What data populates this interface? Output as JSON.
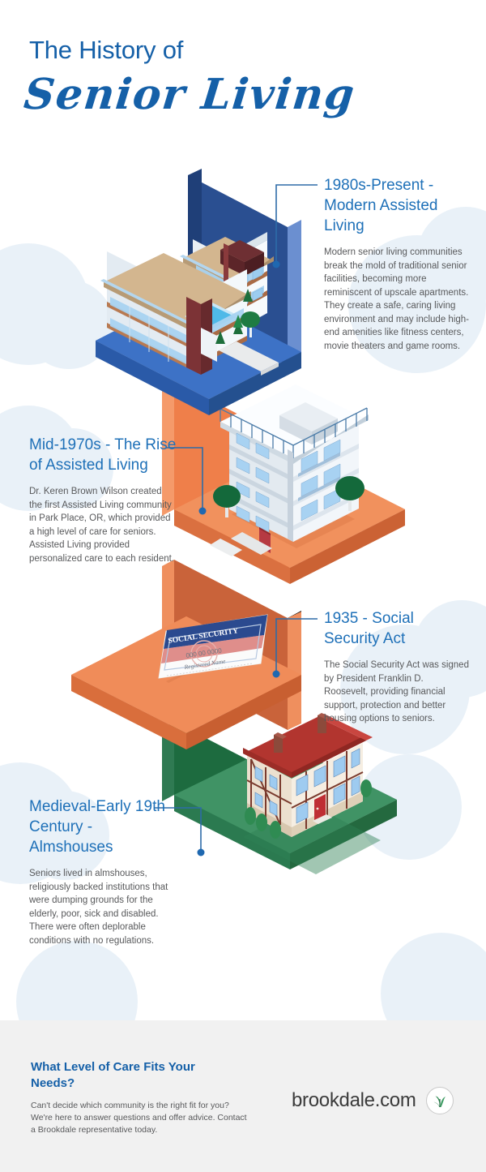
{
  "header": {
    "title_line1": "The History of",
    "title_line2": "Senior Living",
    "brand_color": "#1560a8"
  },
  "sections": [
    {
      "id": "modern-assisted-living",
      "heading": "1980s-Present - Modern Assisted Living",
      "body": "Modern senior living communities break the mold of traditional senior facilities, becoming more reminiscent of upscale apartments. They create a safe, caring living environment and may include high-end amenities like fitness centers, movie theaters and game rooms.",
      "side": "right",
      "platform_color": "#2e5fa3",
      "illustration": "modern-assisted-living-building"
    },
    {
      "id": "rise-of-assisted-living",
      "heading": "Mid-1970s - The Rise of Assisted Living",
      "body": "Dr. Keren Brown Wilson created the first Assisted Living community in Park Place, OR, which provided a high level of care for seniors. Assisted Living provided personalized care to each resident.",
      "side": "left",
      "platform_color": "#ed7d4a",
      "illustration": "apartment-building"
    },
    {
      "id": "social-security-act",
      "heading": "1935 - Social Security Act",
      "body": "The Social Security Act was signed by President Franklin D. Roosevelt, providing financial support, protection and better housing options to seniors.",
      "side": "right",
      "platform_color": "#ed7d4a",
      "illustration": "social-security-card"
    },
    {
      "id": "almshouses",
      "heading": "Medieval-Early 19th Century - Almshouses",
      "body": "Seniors lived in almshouses, religiously backed institutions that were dumping grounds for the elderly, poor, sick and disabled. There were often deplorable conditions with no regulations.",
      "side": "left",
      "platform_color": "#1d6b3f",
      "illustration": "almshouse-tudor-building"
    }
  ],
  "illustration_labels": {
    "social_security_card": {
      "title": "SOCIAL SECURITY",
      "number": "000 00 0000",
      "name": "Registered Name"
    }
  },
  "footer": {
    "heading": "What Level of Care Fits Your Needs?",
    "body": "Can't decide which community is the right fit for you? We're here to answer questions and offer advice. Contact a Brookdale representative today.",
    "url": "brookdale.com",
    "logo": "leaf-logo",
    "background": "#f1f1f1"
  }
}
